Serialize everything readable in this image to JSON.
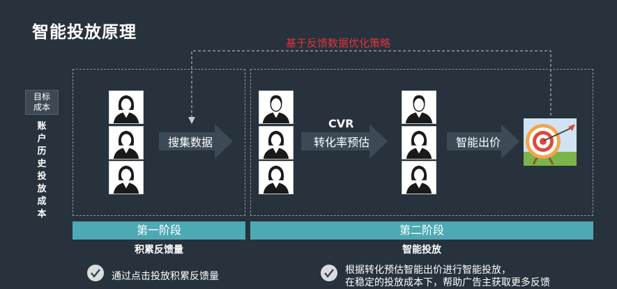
{
  "title": "智能投放原理",
  "feedback_label": "基于反馈数据优化策略",
  "goal_box": {
    "line1": "目标",
    "line2": "成本"
  },
  "vertical_label": "账户历史投放成本",
  "arrows": {
    "collect": "搜集数据",
    "cvr_top": "CVR",
    "cvr_bottom": "转化率预估",
    "bid": "智能出价"
  },
  "stages": [
    {
      "bar": "第一阶段",
      "sub": "积累反馈量"
    },
    {
      "bar": "第二阶段",
      "sub": "智能投放"
    }
  ],
  "bullets": [
    {
      "text": "通过点击投放积累反馈量"
    },
    {
      "text1": "根据转化预估智能出价进行智能投放，",
      "text2": "在稳定的投放成本下，帮助广告主获取更多反馈"
    }
  ],
  "colors": {
    "background": "#27323d",
    "accent": "#4daab5",
    "feedback": "#e0333a",
    "arrow": "#3c4a58"
  },
  "icons": {
    "female_avatar": "female-user-icon",
    "male_avatar": "male-user-icon",
    "target": "target-dart-icon",
    "check": "check-icon"
  }
}
